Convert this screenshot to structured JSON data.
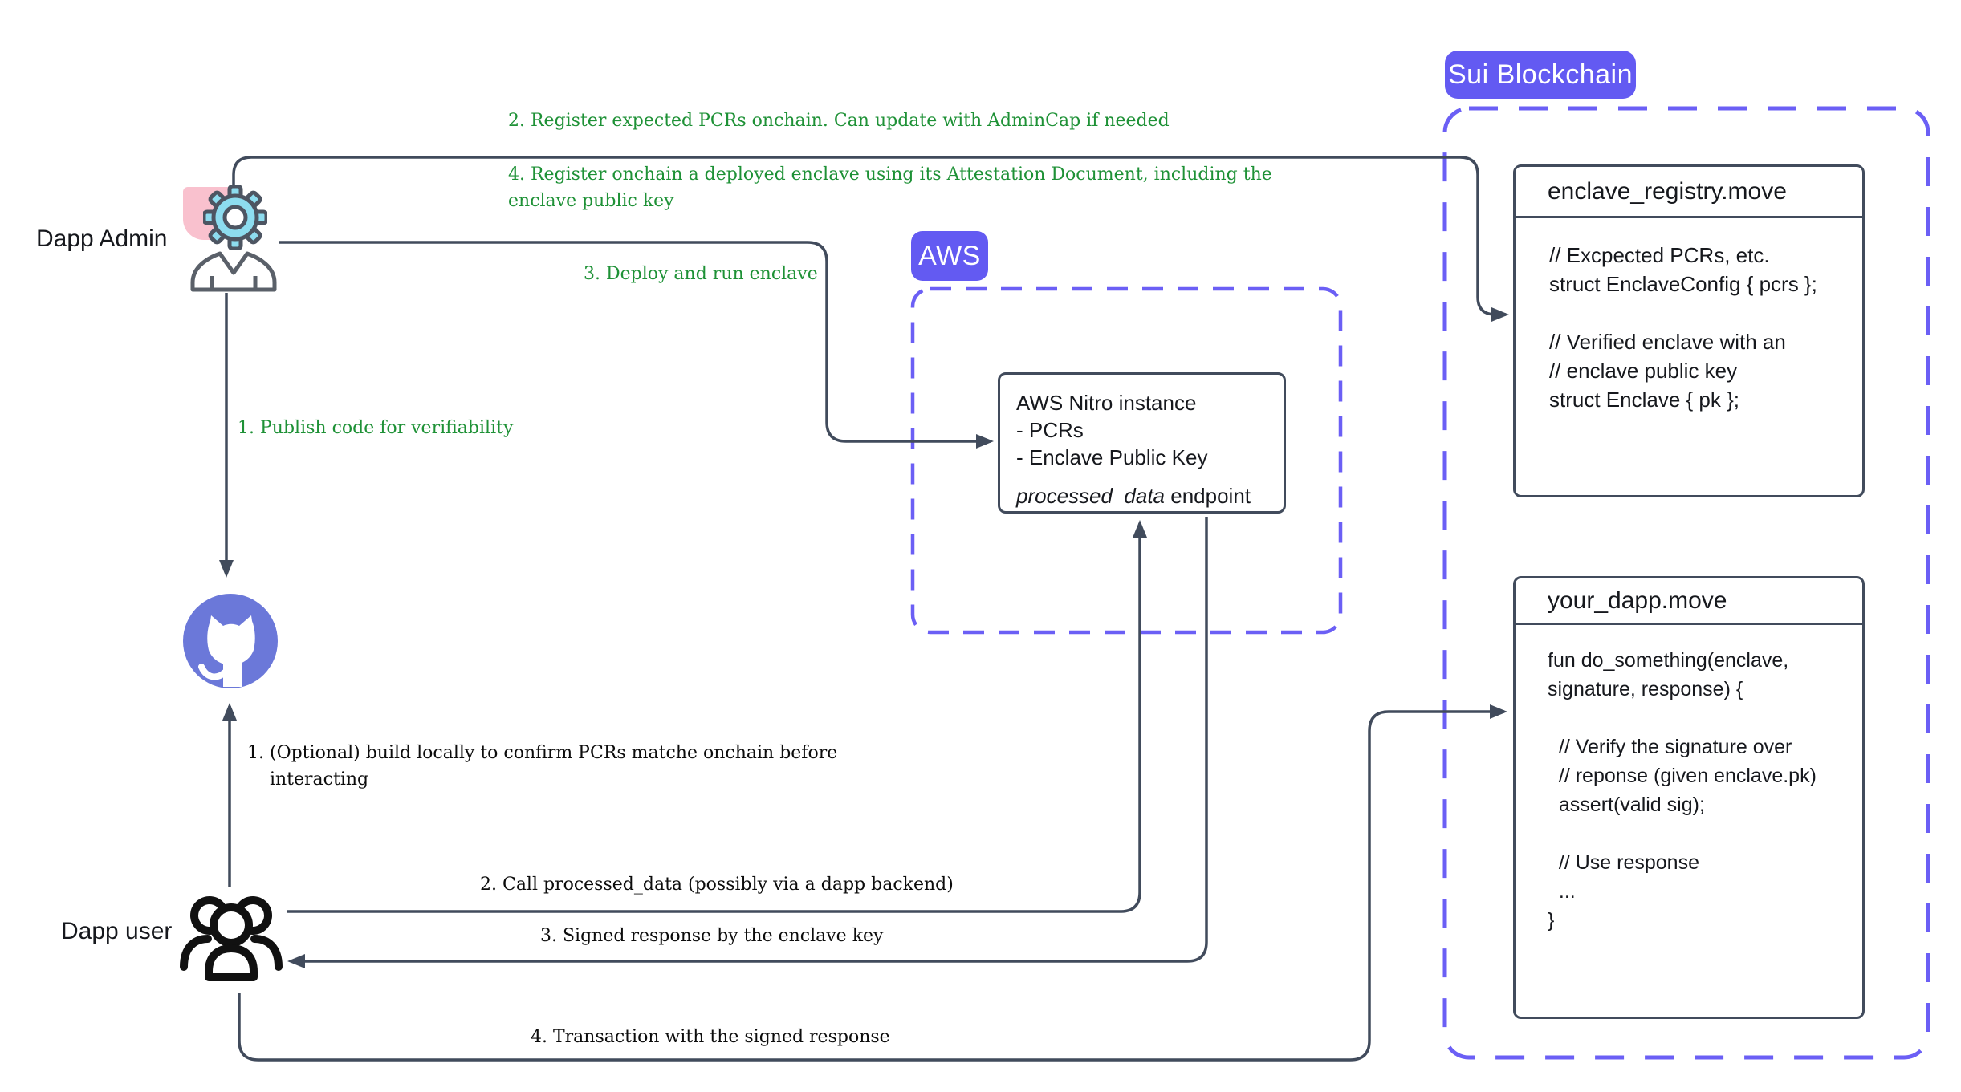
{
  "actors": {
    "admin_label": "Dapp Admin",
    "user_label": "Dapp user"
  },
  "badges": {
    "aws": "AWS",
    "sui": "Sui Blockchain"
  },
  "boxes": {
    "nitro": {
      "lines": "AWS Nitro instance\n- PCRs\n- Enclave Public Key",
      "endpoint_italic": "processed_data",
      "endpoint_rest": " endpoint"
    },
    "enclave_registry": {
      "title": "enclave_registry.move",
      "code": "// Excpected PCRs, etc.\nstruct EnclaveConfig { pcrs };\n\n// Verified enclave with an\n// enclave public key\nstruct Enclave { pk };"
    },
    "your_dapp": {
      "title": "your_dapp.move",
      "code": "fun do_something(enclave,\nsignature, response) {\n\n  // Verify the signature over\n  // reponse (given enclave.pk)\n  assert(valid sig);\n\n  // Use response\n  ...\n}"
    }
  },
  "labels": {
    "admin_steps": {
      "s1": "1. Publish code for verifiability",
      "s2": "2. Register expected PCRs onchain. Can update with AdminCap if needed",
      "s3": "3. Deploy and run enclave",
      "s4": "4. Register onchain a deployed enclave using its Attestation Document, including the\nenclave public key"
    },
    "user_steps": {
      "s1": "1. (Optional) build locally to confirm PCRs matche onchain before\n    interacting",
      "s2": "2. Call processed_data (possibly via a dapp backend)",
      "s3": "3. Signed response by the enclave key",
      "s4": "4. Transaction with the signed response"
    }
  },
  "colors": {
    "line": "#414b5c",
    "green": "#1e9136",
    "badge_purple": "#635af2",
    "dash_purple": "#6b5ff5",
    "github_purple": "#6b78d9",
    "gear_cyan": "#8ddcef",
    "pink": "#f9c1ce",
    "text": "#16181d"
  }
}
